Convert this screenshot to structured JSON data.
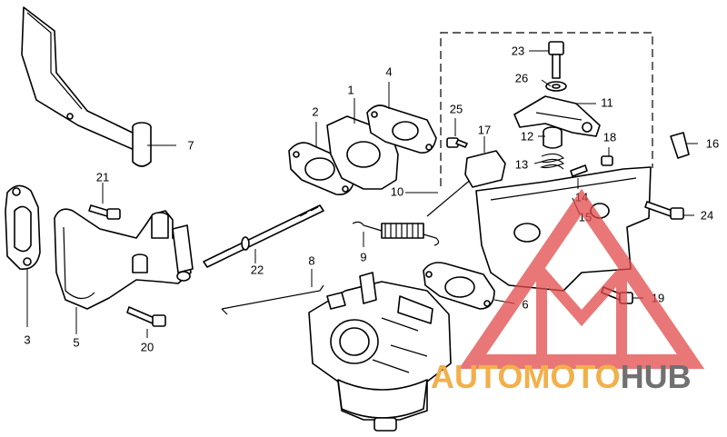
{
  "diagram": {
    "part_labels": [
      {
        "id": "1",
        "text": "1"
      },
      {
        "id": "2",
        "text": "2"
      },
      {
        "id": "3",
        "text": "3"
      },
      {
        "id": "4",
        "text": "4"
      },
      {
        "id": "5",
        "text": "5"
      },
      {
        "id": "6",
        "text": "6"
      },
      {
        "id": "7",
        "text": "7"
      },
      {
        "id": "8",
        "text": "8"
      },
      {
        "id": "9",
        "text": "9"
      },
      {
        "id": "10",
        "text": "10"
      },
      {
        "id": "11",
        "text": "11"
      },
      {
        "id": "12",
        "text": "12"
      },
      {
        "id": "13",
        "text": "13"
      },
      {
        "id": "14",
        "text": "14"
      },
      {
        "id": "15",
        "text": "15"
      },
      {
        "id": "16",
        "text": "16"
      },
      {
        "id": "17",
        "text": "17"
      },
      {
        "id": "18",
        "text": "18"
      },
      {
        "id": "19",
        "text": "19"
      },
      {
        "id": "20",
        "text": "20"
      },
      {
        "id": "21",
        "text": "21"
      },
      {
        "id": "22",
        "text": "22"
      },
      {
        "id": "23",
        "text": "23"
      },
      {
        "id": "24",
        "text": "24"
      },
      {
        "id": "25",
        "text": "25"
      },
      {
        "id": "26",
        "text": "26"
      }
    ]
  },
  "watermark": {
    "part1": "AUTO",
    "part2": "MOTO",
    "part3": "HUB",
    "color_auto": "#f2b04a",
    "color_moto": "#f2b04a",
    "color_hub": "#707070",
    "logo_color": "#e24a4a"
  }
}
